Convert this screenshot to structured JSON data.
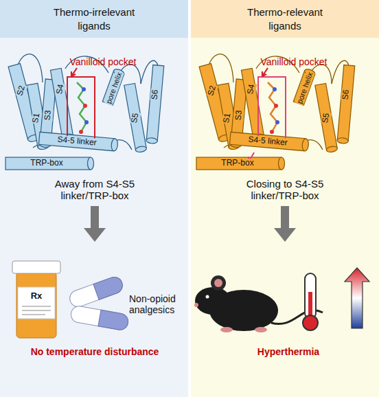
{
  "diagram": {
    "nodes": [
      {
        "text": [
          "Thermo-irrelevant ligands"
        ]
      },
      {
        "text": [
          "Thermo-relevant ligands"
        ]
      }
    ],
    "labels": [
      "Vanilloid pocket",
      "pore helix",
      "S2",
      "S1",
      "S3",
      "S4",
      "S5",
      "S6",
      "S4-5 linker",
      "TRP-box",
      "Away from S4-S5 linker/TRP-box",
      "Rx",
      "Non-opioid analgesics",
      "No temperature disturbance",
      "Vanilloid pocket",
      "pore helix",
      "S2",
      "S1",
      "S3",
      "S4",
      "S5",
      "S6",
      "S4-5 linker",
      "TRP-box",
      "Closing to S4-S5 linker/TRP-box",
      "Hyperthermia"
    ]
  }
}
